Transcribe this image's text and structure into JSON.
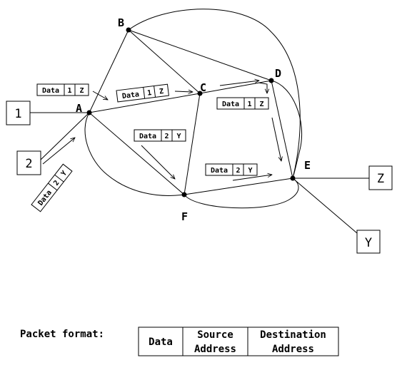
{
  "nodes": [
    {
      "id": "A",
      "label": "A"
    },
    {
      "id": "B",
      "label": "B"
    },
    {
      "id": "C",
      "label": "C"
    },
    {
      "id": "D",
      "label": "D"
    },
    {
      "id": "E",
      "label": "E"
    },
    {
      "id": "F",
      "label": "F"
    }
  ],
  "hosts": [
    {
      "id": "1",
      "label": "1"
    },
    {
      "id": "2",
      "label": "2"
    },
    {
      "id": "Z",
      "label": "Z"
    },
    {
      "id": "Y",
      "label": "Y"
    }
  ],
  "packets": [
    {
      "id": "p1",
      "fields": [
        "Data",
        "1",
        "Z"
      ]
    },
    {
      "id": "p2",
      "fields": [
        "Data",
        "1",
        "Z"
      ]
    },
    {
      "id": "p3",
      "fields": [
        "Data",
        "1",
        "Z"
      ]
    },
    {
      "id": "p4",
      "fields": [
        "Data",
        "2",
        "Y"
      ]
    },
    {
      "id": "p5",
      "fields": [
        "Data",
        "2",
        "Y"
      ]
    },
    {
      "id": "p6",
      "fields": [
        "Data",
        "2",
        "Y"
      ]
    }
  ],
  "packet_format": {
    "title": "Packet format:",
    "col1": "Data",
    "col2_line1": "Source",
    "col2_line2": "Address",
    "col3_line1": "Destination",
    "col3_line2": "Address"
  }
}
